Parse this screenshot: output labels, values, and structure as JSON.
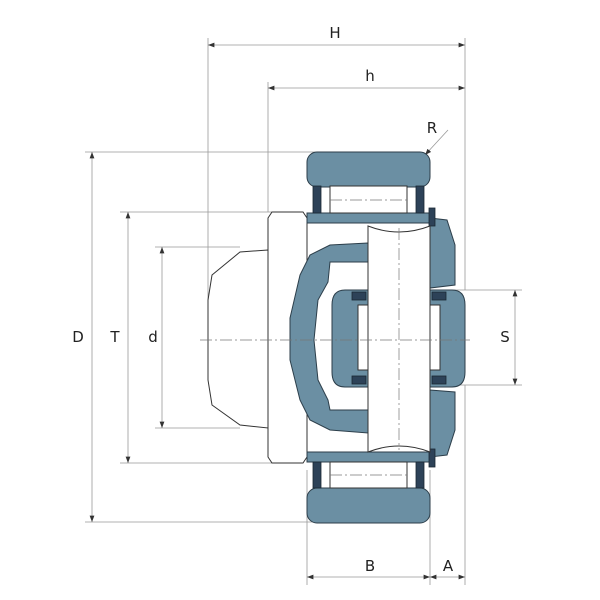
{
  "drawing": {
    "title": "Cam follower / track roller cross-section",
    "fill_color": "#6b8fa3",
    "labels": {
      "H": "H",
      "h": "h",
      "R": "R",
      "D": "D",
      "T": "T",
      "d": "d",
      "S": "S",
      "B": "B",
      "A": "A"
    }
  }
}
